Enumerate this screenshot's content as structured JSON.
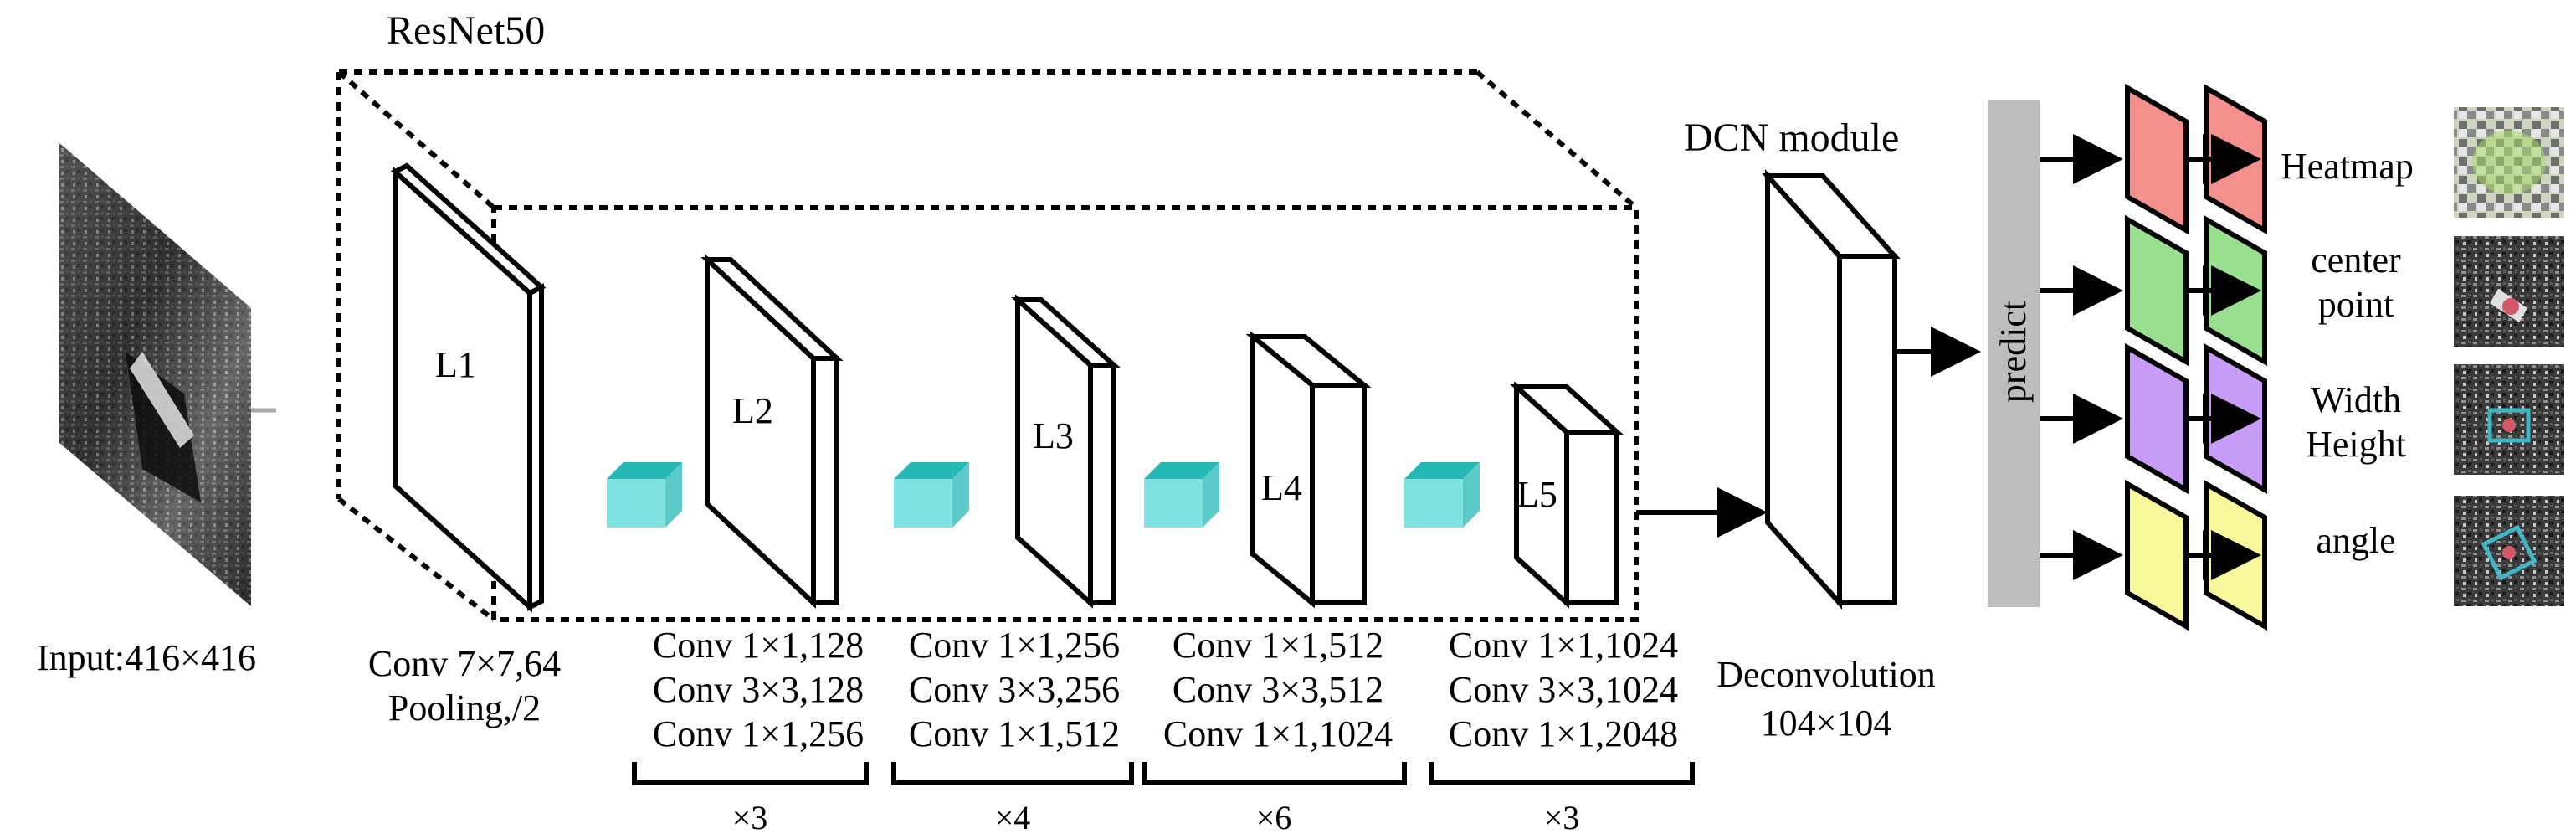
{
  "backbone": {
    "title": "ResNet50"
  },
  "input": {
    "label": "Input:416×416"
  },
  "layers": [
    {
      "label": "L1"
    },
    {
      "label": "L2"
    },
    {
      "label": "L3"
    },
    {
      "label": "L4"
    },
    {
      "label": "L5"
    }
  ],
  "conv_stages": [
    {
      "lines": [
        "Conv 7×7,64",
        "Pooling,/2"
      ],
      "repeat": ""
    },
    {
      "lines": [
        "Conv 1×1,128",
        "Conv 3×3,128",
        "Conv 1×1,256"
      ],
      "repeat": "×3"
    },
    {
      "lines": [
        "Conv 1×1,256",
        "Conv 3×3,256",
        "Conv 1×1,512"
      ],
      "repeat": "×4"
    },
    {
      "lines": [
        "Conv 1×1,512",
        "Conv 3×3,512",
        "Conv 1×1,1024"
      ],
      "repeat": "×6"
    },
    {
      "lines": [
        "Conv 1×1,1024",
        "Conv 3×3,1024",
        "Conv 1×1,2048"
      ],
      "repeat": "×3"
    }
  ],
  "dcn": {
    "title": "DCN module",
    "caption_line1": "Deconvolution",
    "caption_line2": "104×104"
  },
  "predict": {
    "label": "predict"
  },
  "heads": [
    {
      "label_lines": [
        "Heatmap"
      ],
      "color": "#f4908c"
    },
    {
      "label_lines": [
        "center",
        "point"
      ],
      "color": "#98e08f"
    },
    {
      "label_lines": [
        "Width",
        "Height"
      ],
      "color": "#c79cf6"
    },
    {
      "label_lines": [
        "angle"
      ],
      "color": "#f8f89c"
    }
  ],
  "colors": {
    "cube_front": "#7fe3e3",
    "cube_top": "#26b8b5",
    "predict_bar": "#bdbdbd"
  }
}
